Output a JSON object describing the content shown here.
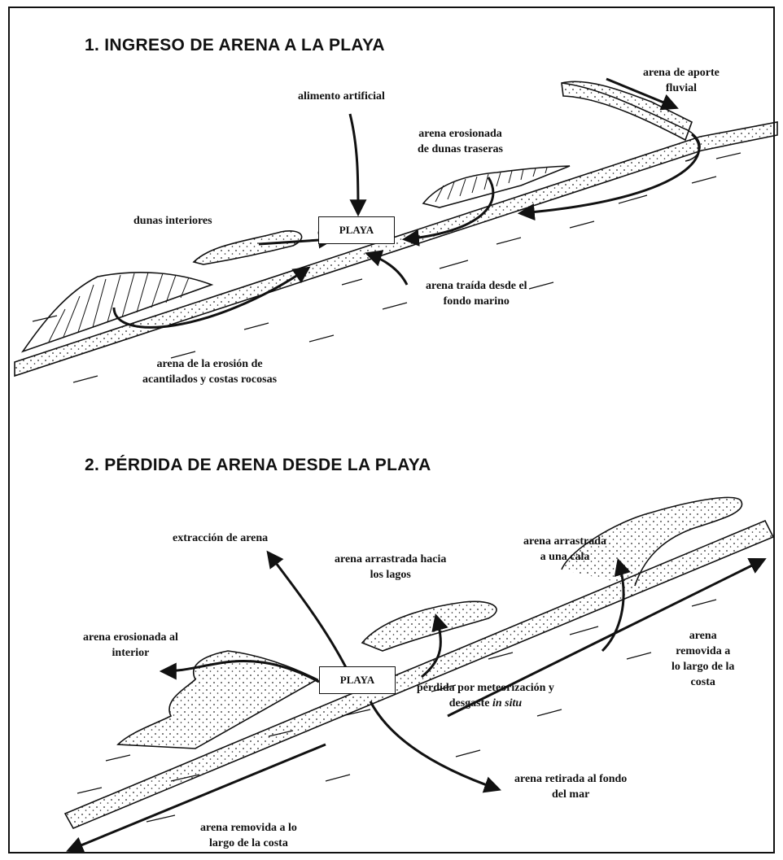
{
  "section1": {
    "heading": "1.   INGRESO DE ARENA A LA PLAYA",
    "box_label": "PLAYA",
    "labels": {
      "fluvial": [
        "arena de aporte",
        "fluvial"
      ],
      "artificial": [
        "alimento artificial"
      ],
      "dunas_traseras": [
        "arena erosionada",
        "de dunas traseras"
      ],
      "dunas_interiores": [
        "dunas interiores"
      ],
      "fondo": [
        "arena traída desde el",
        "fondo marino"
      ],
      "acantilados": [
        "arena de la erosión de",
        "acantilados y costas rocosas"
      ]
    }
  },
  "section2": {
    "heading": "2.   PÉRDIDA DE ARENA DESDE LA PLAYA",
    "box_label": "PLAYA",
    "labels": {
      "extraccion": [
        "extracción de arena"
      ],
      "lagos": [
        "arena arrastrada hacia",
        "los lagos"
      ],
      "cala": [
        "arena arrastrada",
        "a una cala"
      ],
      "interior": [
        "arena erosionada al",
        "interior"
      ],
      "costa_der": [
        "arena",
        "removida a",
        "lo largo de la",
        "costa"
      ],
      "meteorizacion_1": "pérdida por meteorización y",
      "meteorizacion_2a": "desgaste ",
      "meteorizacion_2b": "in situ",
      "fondo_mar": [
        "arena retirada al fondo",
        "del mar"
      ],
      "costa_izq": [
        "arena removida a lo",
        "largo de la costa"
      ]
    }
  }
}
